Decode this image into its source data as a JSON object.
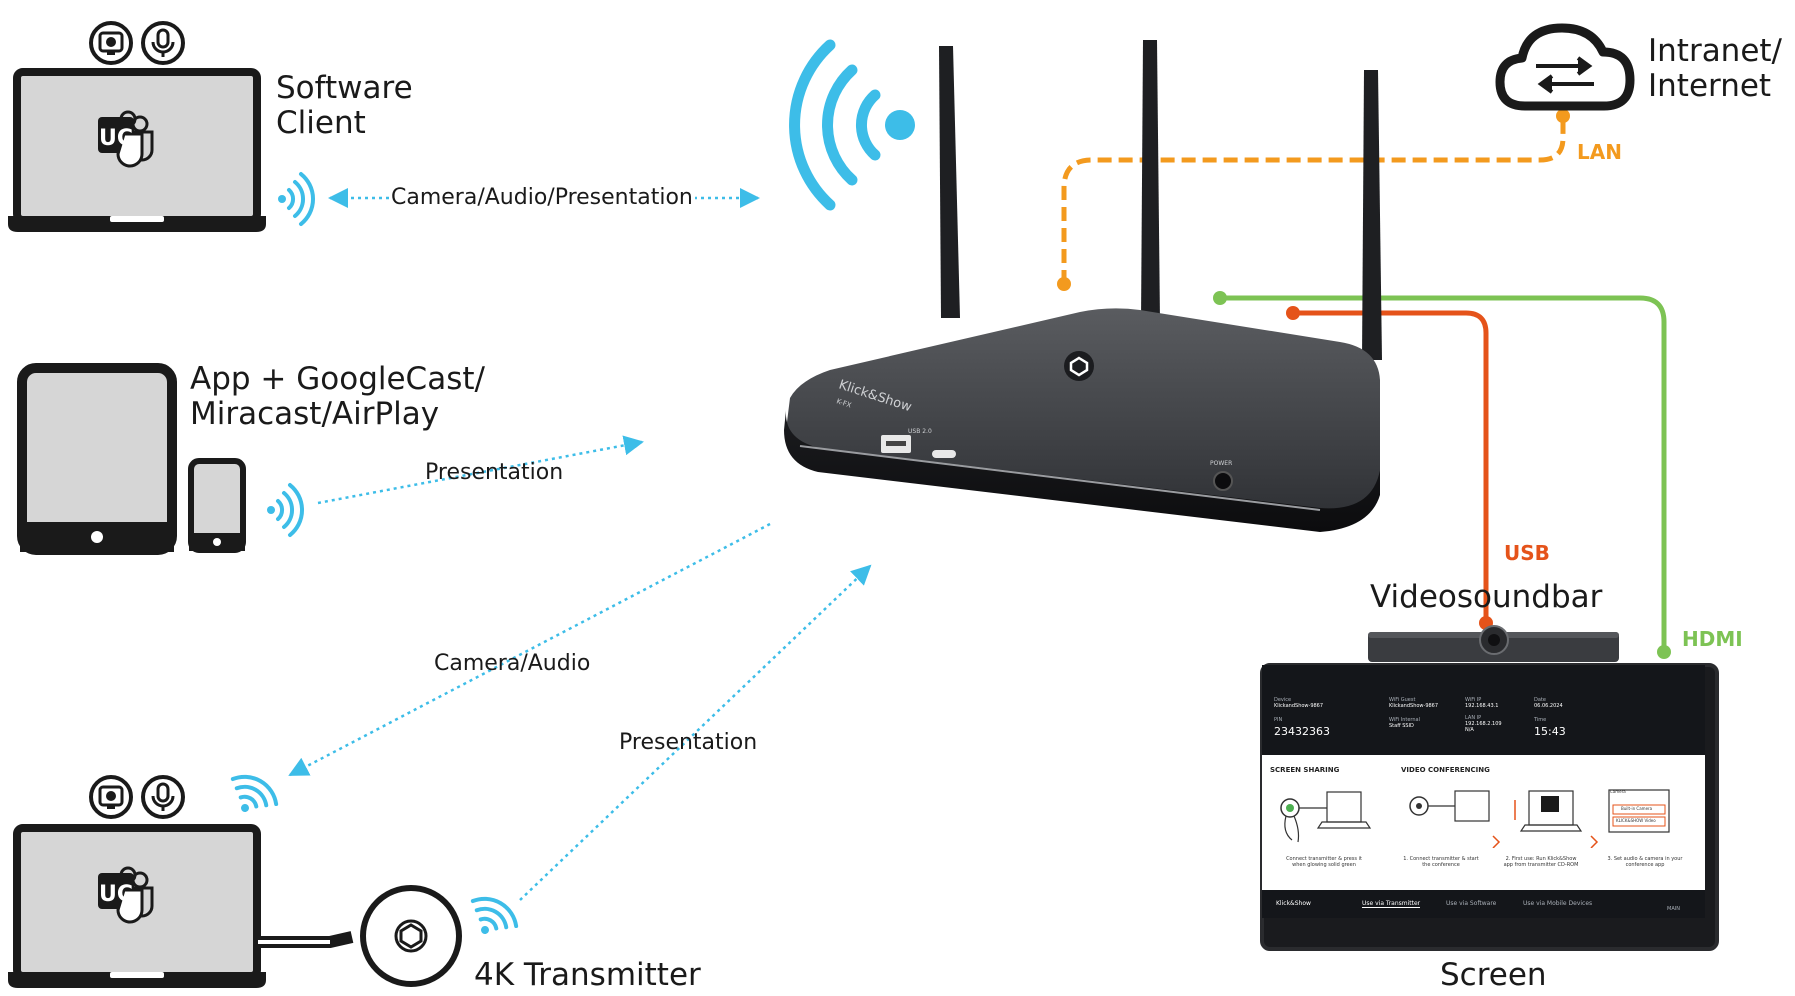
{
  "labels": {
    "software_client": [
      "Software",
      "Client"
    ],
    "app_line1": "App + GoogleCast/",
    "app_line2": "Miracast/AirPlay",
    "camera_audio_presentation": "Camera/Audio/Presentation",
    "presentation_tablet": "Presentation",
    "camera_audio": "Camera/Audio",
    "presentation_transmitter": "Presentation",
    "transmitter": "4K Transmitter",
    "intranet": [
      "Intranet/",
      "Internet"
    ],
    "lan": "LAN",
    "usb": "USB",
    "hdmi": "HDMI",
    "videosoundbar": "Videosoundbar",
    "screen": "Screen",
    "uc_badge": "UC",
    "device_brand": "Klick&Show",
    "device_model": "K-FX",
    "device_port_label": "USB 2.0",
    "device_power_label": "POWER"
  },
  "colors": {
    "wifi_blue": "#3dbde8",
    "lan_orange": "#f39a1e",
    "usb_red": "#e5531a",
    "hdmi_green": "#7dc354",
    "device_body": "#3a3c40",
    "dark": "#1a1a1a"
  },
  "icons": [
    "webcam-icon",
    "microphone-icon",
    "laptop-icon",
    "tablet-icon",
    "smartphone-icon",
    "wifi-icon",
    "cloud-icon",
    "exchange-arrows-icon",
    "uc-teams-icon",
    "transmitter-button-icon"
  ],
  "screen": {
    "device_label": "Device",
    "device_value": "KlickandShow-9867",
    "pin_label": "PIN",
    "pin_value": "23432363",
    "wifi_guest_label": "WiFi Guest",
    "wifi_guest_value": "KlickandShow-9867",
    "wifi_internal_label": "WiFi Internal",
    "wifi_internal_value": "Staff SSID",
    "wifi_ip_label": "WiFi IP",
    "wifi_ip_value": "192.168.43.1",
    "lan_ip_label": "LAN IP",
    "lan_ip_value": "192.168.2.109",
    "lan_ip_extra": "N/A",
    "date_label": "Date",
    "date_value": "06.06.2024",
    "time_label": "Time",
    "time_value": "15:43",
    "screen_sharing_title": "SCREEN SHARING",
    "video_conf_title": "VIDEO CONFERENCING",
    "step_share": "Connect transmitter & press it when glowing solid green",
    "step1": "1. Connect transmitter & start the conference",
    "step2": "2. First use: Run Klick&Show app from transmitter CD-ROM",
    "step3": "3. Set audio & camera in your conference app",
    "camera_dropdown": "Camera",
    "camera_option1": "Built-in Camera",
    "camera_option2": "KLICK&SHOW Video",
    "brand": "Klick&Show",
    "tab1": "Use via Transmitter",
    "tab2": "Use via Software",
    "tab3": "Use via Mobile Devices",
    "corner": "MAIN"
  }
}
